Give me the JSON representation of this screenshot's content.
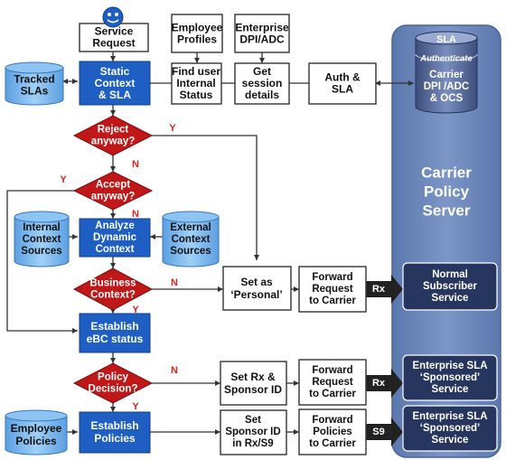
{
  "top_boxes": {
    "service_request": "Service\nRequest",
    "employee_profiles": "Employee\nProfiles",
    "enterprise_dpi": "Enterprise\nDPI/ADC"
  },
  "tracked_slas": "Tracked\nSLAs",
  "static_context": "Static\nContext\n& SLA",
  "find_user": "Find user\nInternal\nStatus",
  "get_session": "Get\nsession\ndetails",
  "auth_sla": "Auth &\nSLA",
  "reject": "Reject\nanyway?",
  "accept": "Accept\nanyway?",
  "internal_context": "Internal\nContext\nSources",
  "analyze": "Analyze\nDynamic\nContext",
  "external_context": "External\nContext\nSources",
  "business": "Business\nContext?",
  "set_personal": "Set as\n‘Personal’",
  "forward1": "Forward\nRequest\nto Carrier",
  "establish_ebc": "Establish\neBC status",
  "policy": "Policy\nDecision?",
  "set_rx": "Set  Rx &\nSponsor ID",
  "forward2": "Forward\nRequest\nto Carrier",
  "employee_policies": "Employee\nPolicies",
  "establish_policies": "Establish\nPolicies",
  "set_s9": "Set\nSponsor ID\nin Rx/S9",
  "forward3": "Forward\nPolicies\nto Carrier",
  "carrier_db": {
    "sla": "SLA",
    "authenticate": "Authenticate",
    "body": "Carrier\nDPI /ADC\n& OCS"
  },
  "carrier_server": "Carrier\nPolicy\nServer",
  "normal_service": "Normal\nSubscriber\nService",
  "sponsored1": "Enterprise SLA\n‘Sponsored’\nService",
  "sponsored2": "Enterprise SLA\n‘Sponsored’\nService",
  "labels": {
    "y": "Y",
    "n": "N",
    "rx": "Rx",
    "s9": "S9"
  },
  "colors": {
    "blue_box": "#1f5fc4",
    "diamond": "#c01818",
    "cylinder": "#7ab7ea",
    "server_panel": "#6a86b8",
    "dark_box": "#27365e",
    "label_red": "#e02020"
  }
}
